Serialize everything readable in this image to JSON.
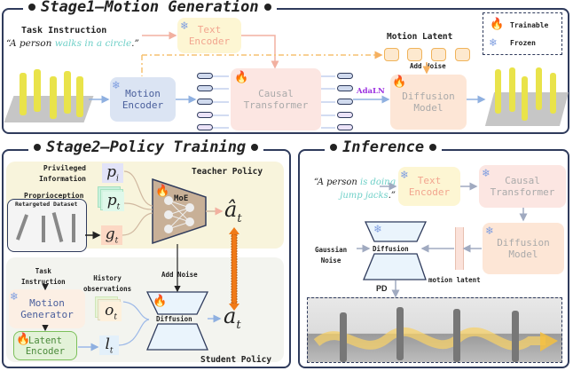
{
  "stage1": {
    "title": "Stage1—Motion Generation",
    "task_instruction_label": "Task Instruction",
    "quote_open": "“A person ",
    "quote_highlight": "walks in a circle",
    "quote_close": ".”",
    "text_encoder": "Text\nEncoder",
    "motion_encoder": "Motion\nEncoder",
    "causal_transformer": "Causal\nTransformer",
    "adaln": "AdaLN",
    "diffusion_model": "Diffusion\nModel",
    "motion_latent": "Motion Latent",
    "add_noise": "Add Noise",
    "legend": {
      "trainable": "Trainable",
      "frozen": "Frozen"
    }
  },
  "stage2": {
    "title": "Stage2—Policy Training",
    "teacher_policy": "Teacher Policy",
    "student_policy": "Student Policy",
    "privileged_info": "Privileged\nInformation",
    "proprioception": "Proprioception",
    "retargeted_dataset": "Retargeted Dataset",
    "sym_pi": "p",
    "sym_pi_sub": "i",
    "sym_pt": "p",
    "sym_pt_sub": "t",
    "sym_gt": "g",
    "sym_gt_sub": "t",
    "moe": "MoE",
    "a_hat": "â",
    "a_hat_sub": "t",
    "add_noise": "Add Noise",
    "task_instruction": "Task\nInstruction",
    "history_obs": "History\nobservations",
    "motion_generator": "Motion\nGenerator",
    "latent_encoder": "Latent\nEncoder",
    "sym_ot": "o",
    "sym_ot_sub": "t",
    "sym_lt": "l",
    "sym_lt_sub": "t",
    "diffusion": "Diffusion",
    "a": "a",
    "a_sub": "t"
  },
  "inference": {
    "title": "Inference",
    "quote_open": "“A person ",
    "quote_highlight1": "is",
    "quote_highlight2": "doing jump jacks",
    "quote_close": ".”",
    "text_encoder": "Text\nEncoder",
    "causal_transformer": "Causal\nTransformer",
    "diffusion_model": "Diffusion\nModel",
    "diffusion": "Diffusion",
    "gaussian_noise": "Gaussian\nNoise",
    "motion_latent": "motion latent",
    "pd": "PD"
  },
  "icons": {
    "snowflake": "❄",
    "fire": "🔥"
  },
  "colors": {
    "border": "#2f3b5c",
    "teal_text": "#6fd0c8",
    "text_encoder_bg": "#fdf6d3",
    "motion_encoder_bg": "#dbe4f3",
    "transformer_bg": "#fce6e2",
    "diffusion_bg": "#fde6d6",
    "adaln": "#9b30e0",
    "teacher_bg": "#f8f4dc",
    "student_bg": "#f3f4ef",
    "moe_bg": "#c8b097",
    "orange_arrow": "#f07a18"
  }
}
